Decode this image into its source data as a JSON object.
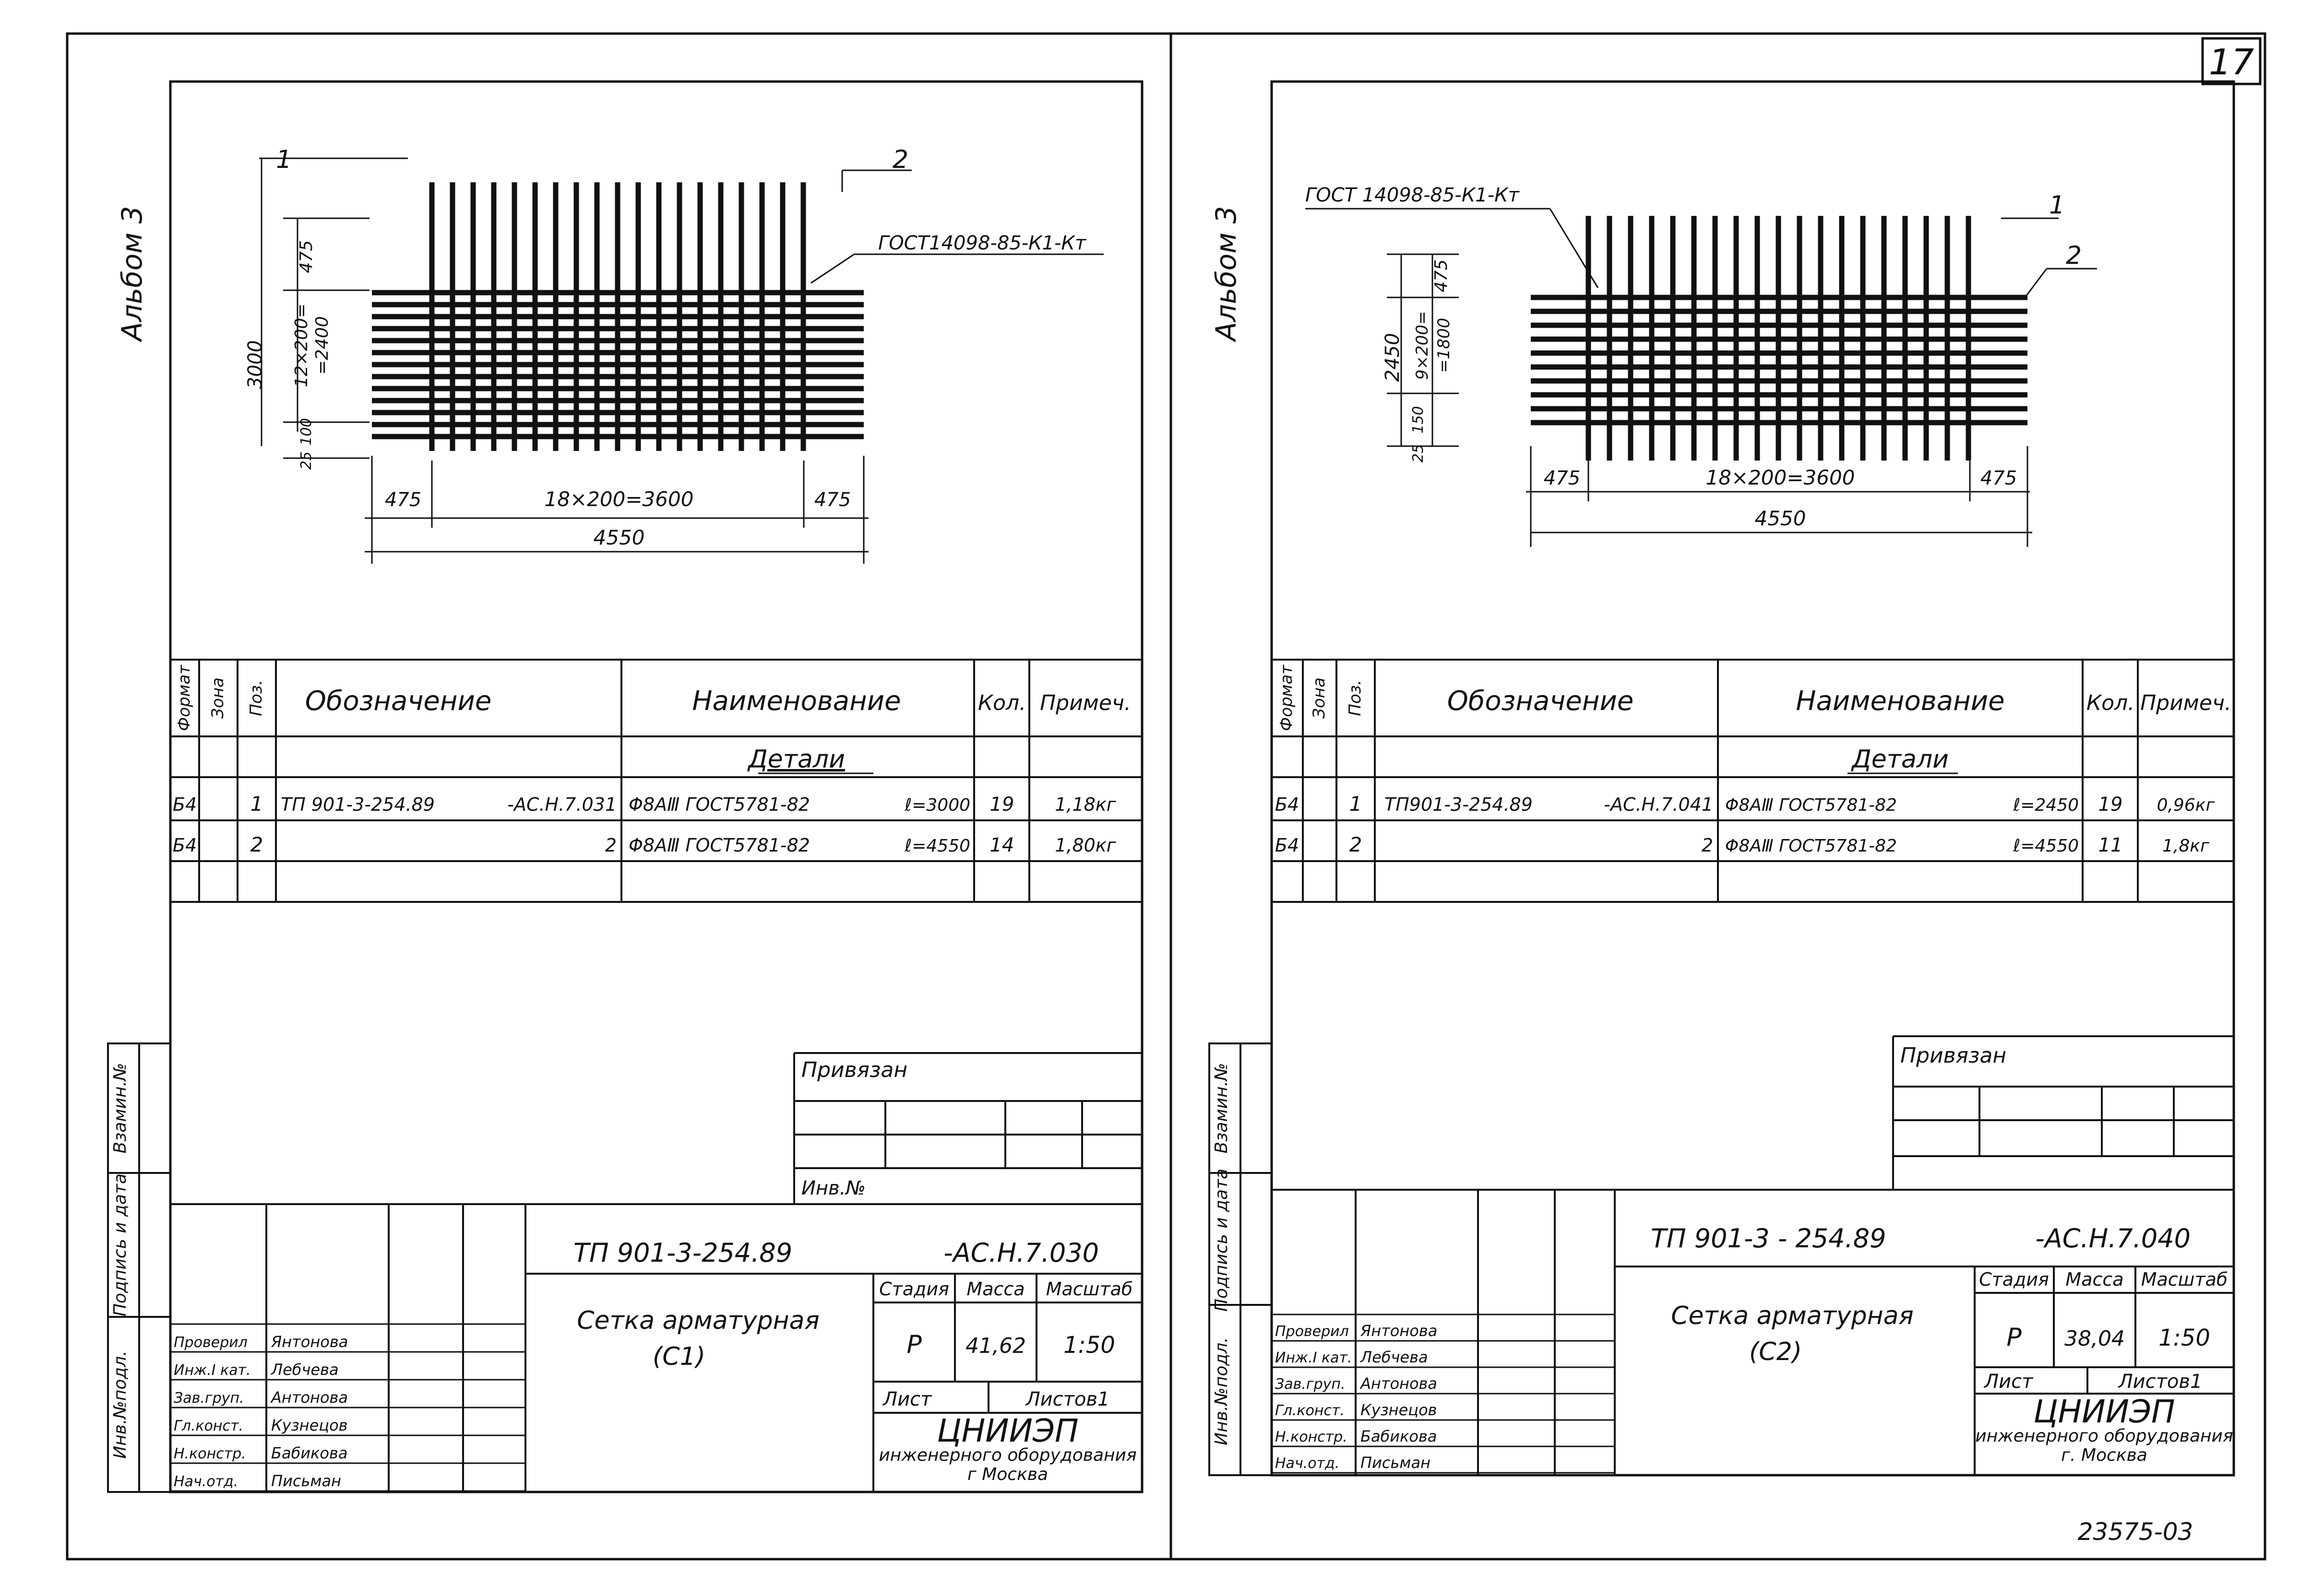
{
  "sheet_number": "17",
  "archive_number": "23575-03",
  "album_label": "Альбом 3",
  "side_labels": {
    "replace_inv": "Взамин.№",
    "sign_date": "Подпись и дата",
    "inv_orig": "Инв.№подл."
  },
  "spec_headers": {
    "format": "Формат",
    "zone": "Зона",
    "pos": "Поз.",
    "designation": "Обозначение",
    "name": "Наименование",
    "qty": "Кол.",
    "note": "Примеч."
  },
  "spec_section": "Детали",
  "stamp_labels": {
    "privyazan": "Привязан",
    "inv_no": "Инв.№",
    "stage": "Стадия",
    "mass": "Масса",
    "scale": "Масштаб",
    "sheet": "Лист"
  },
  "staff": [
    {
      "role": "Проверил",
      "name": "Янтонова"
    },
    {
      "role": "Инж.I кат.",
      "name": "Лебчева"
    },
    {
      "role": "Зав.груп.",
      "name": "Антонова"
    },
    {
      "role": "Гл.конст.",
      "name": "Кузнецов"
    },
    {
      "role": "Н.констр.",
      "name": "Бабикова"
    },
    {
      "role": "Нач.отд.",
      "name": "Письман"
    }
  ],
  "sheets": [
    {
      "dims": {
        "pos1": "1",
        "pos2": "2",
        "gost_weld": "ГОСТ14098-85-К1-Кт",
        "total_h": "3000",
        "top": "475",
        "mid": "12×200=",
        "mid2": "=2400",
        "b1": "100",
        "b2": "25",
        "left": "475",
        "center": "18×200=3600",
        "right": "475",
        "total_w": "4550"
      },
      "spec_rows": [
        {
          "format": "Б4",
          "pos": "1",
          "designation": "ТП 901-3-254.89",
          "designation_suffix": "-АС.Н.7.031",
          "name": "Φ8АⅢ ГОСТ5781-82",
          "length": "ℓ=3000",
          "qty": "19",
          "note": "1,18кг"
        },
        {
          "format": "Б4",
          "pos": "2",
          "designation": "",
          "designation_suffix": "2",
          "name": "Φ8АⅢ ГОСТ5781-82",
          "length": "ℓ=4550",
          "qty": "14",
          "note": "1,80кг"
        }
      ],
      "title": {
        "doc_code": "ТП 901-3-254.89",
        "doc_suffix": "-АС.Н.7.030",
        "name_line1": "Сетка арматурная",
        "name_line2": "(С1)",
        "stage": "Р",
        "mass": "41,62",
        "scale": "1:50",
        "sheets": "Листов1",
        "org": "ЦНИИЭП",
        "org_line2": "инженерного оборудования",
        "org_line3": "г Москва"
      }
    },
    {
      "dims": {
        "pos1": "1",
        "pos2": "2",
        "gost_weld": "ГОСТ 14098-85-К1-Кт",
        "total_h": "2450",
        "top": "475",
        "mid": "9×200=",
        "mid2": "=1800",
        "b1": "150",
        "b2": "25",
        "left": "475",
        "center": "18×200=3600",
        "right": "475",
        "total_w": "4550"
      },
      "spec_rows": [
        {
          "format": "Б4",
          "pos": "1",
          "designation": "ТП901-3-254.89",
          "designation_suffix": "-АС.Н.7.041",
          "name": "Φ8АⅢ ГОСТ5781-82",
          "length": "ℓ=2450",
          "qty": "19",
          "note": "0,96кг"
        },
        {
          "format": "Б4",
          "pos": "2",
          "designation": "",
          "designation_suffix": "2",
          "name": "Φ8АⅢ ГОСТ5781-82",
          "length": "ℓ=4550",
          "qty": "11",
          "note": "1,8кг"
        }
      ],
      "title": {
        "doc_code": "ТП 901-3 - 254.89",
        "doc_suffix": "-АС.Н.7.040",
        "name_line1": "Сетка арматурная",
        "name_line2": "(С2)",
        "stage": "Р",
        "mass": "38,04",
        "scale": "1:50",
        "sheets": "Листов1",
        "org": "ЦНИИЭП",
        "org_line2": "инженерного оборудования",
        "org_line3": "г. Москва"
      }
    }
  ]
}
